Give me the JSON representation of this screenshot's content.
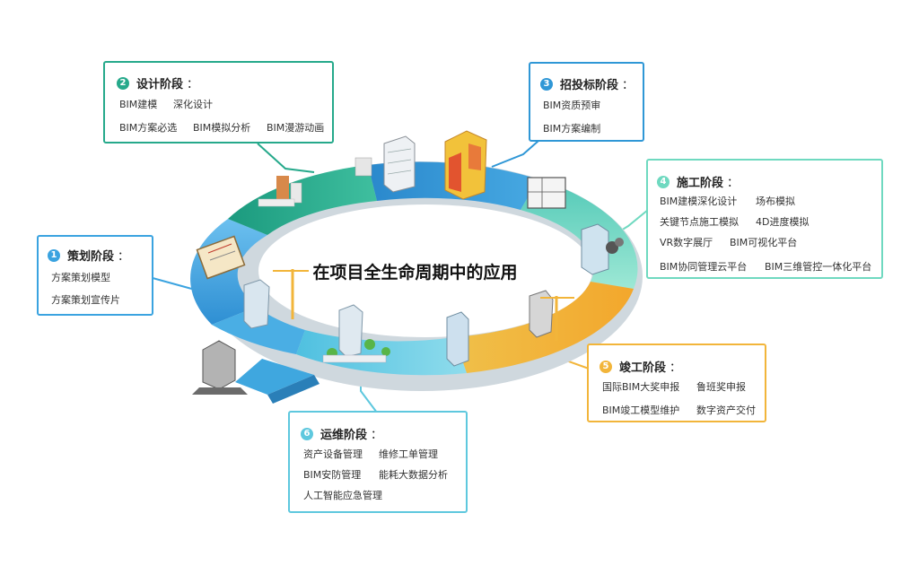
{
  "center_title": "在项目全生命周期中的应用",
  "colors": {
    "stage1": "#3aa3e0",
    "stage2": "#26a98b",
    "stage3": "#2f97d6",
    "stage4": "#6fd9c0",
    "stage5": "#f2b53a",
    "stage6": "#5ec8de"
  },
  "stages": [
    {
      "num": "1",
      "title": "策划阶段",
      "colon": "：",
      "items": [
        "方案策划模型",
        "方案策划宣传片"
      ]
    },
    {
      "num": "2",
      "title": "设计阶段",
      "colon": "：",
      "items": [
        "BIM建模",
        "深化设计",
        "BIM方案必选",
        "BIM模拟分析",
        "BIM漫游动画"
      ]
    },
    {
      "num": "3",
      "title": "招投标阶段",
      "colon": "：",
      "items": [
        "BIM资质预审",
        "BIM方案编制"
      ]
    },
    {
      "num": "4",
      "title": "施工阶段",
      "colon": "：",
      "items": [
        "BIM建模深化设计",
        "场布模拟",
        "关键节点施工模拟",
        "4D进度模拟",
        "VR数字展厅",
        "BIM可视化平台",
        "BIM协同管理云平台",
        "BIM三维管控一体化平台"
      ]
    },
    {
      "num": "5",
      "title": "竣工阶段",
      "colon": "：",
      "items": [
        "国际BIM大奖申报",
        "鲁班奖申报",
        "BIM竣工模型维护",
        "数字资产交付"
      ]
    },
    {
      "num": "6",
      "title": "运维阶段",
      "colon": "：",
      "items": [
        "资产设备管理",
        "维修工单管理",
        "BIM安防管理",
        "能耗大数据分析",
        "人工智能应急管理"
      ]
    }
  ]
}
